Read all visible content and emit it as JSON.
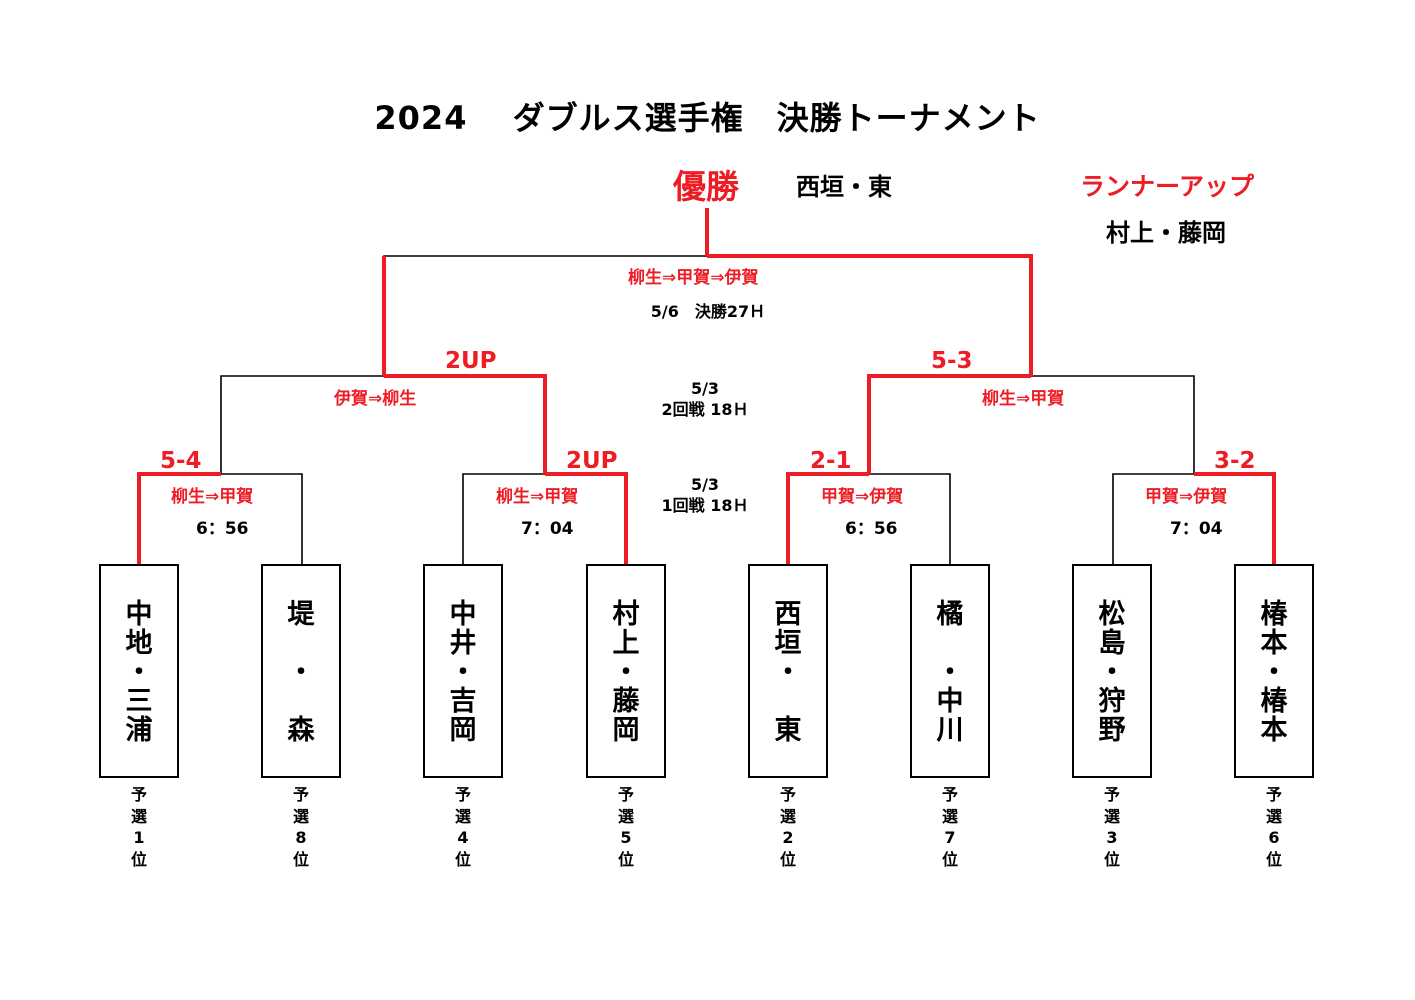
{
  "title": "2024　 ダブルス選手権　決勝トーナメント",
  "champion": {
    "label": "優勝",
    "name": "西垣・東"
  },
  "runner_up": {
    "label": "ランナーアップ",
    "name": "村上・藤岡"
  },
  "final": {
    "route": "柳生⇒甲賀⇒伊賀",
    "info": "5/6　決勝27Ｈ"
  },
  "round2_info": {
    "date": "5/3",
    "desc": "2回戦 18Ｈ"
  },
  "round1_info": {
    "date": "5/3",
    "desc": "1回戦 18Ｈ"
  },
  "semis": [
    {
      "score": "2UP",
      "route": "伊賀⇒柳生"
    },
    {
      "score": "5-3",
      "route": "柳生⇒甲賀"
    }
  ],
  "quarters": [
    {
      "score": "5-4",
      "route": "柳生⇒甲賀",
      "time": "6：56"
    },
    {
      "score": "2UP",
      "route": "柳生⇒甲賀",
      "time": "7：04"
    },
    {
      "score": "2-1",
      "route": "甲賀⇒伊賀",
      "time": "6：56"
    },
    {
      "score": "3-2",
      "route": "甲賀⇒伊賀",
      "time": "7：04"
    }
  ],
  "teams": [
    {
      "name": "中\n地\n・\n三\n浦",
      "seed": "予\n選\n1\n位"
    },
    {
      "name": "堤\n\n・\n\n森",
      "seed": "予\n選\n8\n位"
    },
    {
      "name": "中\n井\n・\n吉\n岡",
      "seed": "予\n選\n4\n位"
    },
    {
      "name": "村\n上\n・\n藤\n岡",
      "seed": "予\n選\n5\n位"
    },
    {
      "name": "西\n垣\n・\n\n東",
      "seed": "予\n選\n2\n位"
    },
    {
      "name": "橘\n\n・\n中\n川",
      "seed": "予\n選\n7\n位"
    },
    {
      "name": "松\n島\n・\n狩\n野",
      "seed": "予\n選\n3\n位"
    },
    {
      "name": "椿\n本\n・\n椿\n本",
      "seed": "予\n選\n6\n位"
    }
  ],
  "colors": {
    "winner_line": "#ee1c25",
    "line": "#000000",
    "text_red": "#ee1c25"
  }
}
